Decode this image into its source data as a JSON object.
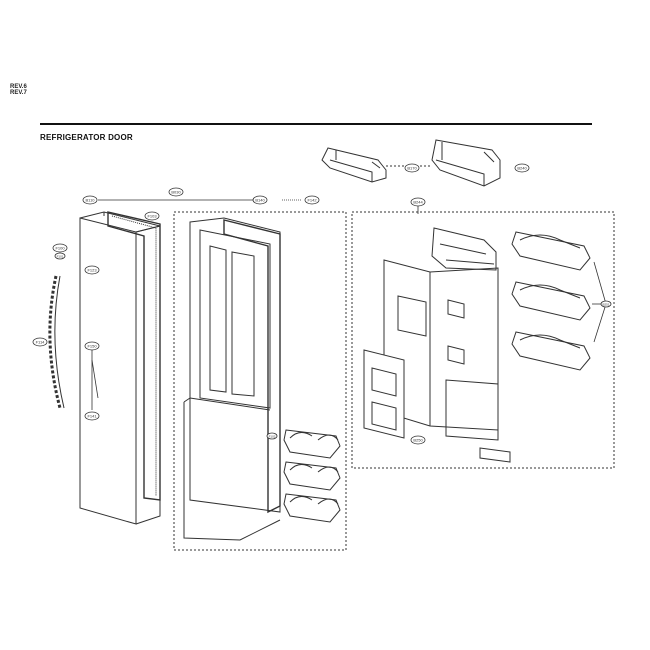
{
  "revision": {
    "line1": "REV.6",
    "line2": "REV.7"
  },
  "title": "REFRIGERATOR DOOR",
  "callouts": [
    {
      "id": "callout-a",
      "label": "B110"
    },
    {
      "id": "callout-b",
      "label": "B030"
    },
    {
      "id": "callout-c",
      "label": "B140"
    },
    {
      "id": "callout-d",
      "label": "F103"
    },
    {
      "id": "callout-e",
      "label": "F100"
    },
    {
      "id": "callout-f",
      "label": "F123"
    },
    {
      "id": "callout-g",
      "label": "F114"
    },
    {
      "id": "callout-h",
      "label": "F150"
    },
    {
      "id": "callout-i",
      "label": "F141"
    },
    {
      "id": "callout-j",
      "label": "F142"
    },
    {
      "id": "callout-k",
      "label": "B170"
    },
    {
      "id": "callout-l",
      "label": "B240"
    },
    {
      "id": "callout-m",
      "label": "B244"
    },
    {
      "id": "callout-n",
      "label": "F101"
    },
    {
      "id": "callout-o",
      "label": "F102"
    },
    {
      "id": "callout-p",
      "label": "B250"
    },
    {
      "id": "callout-q",
      "label": "B251"
    }
  ]
}
